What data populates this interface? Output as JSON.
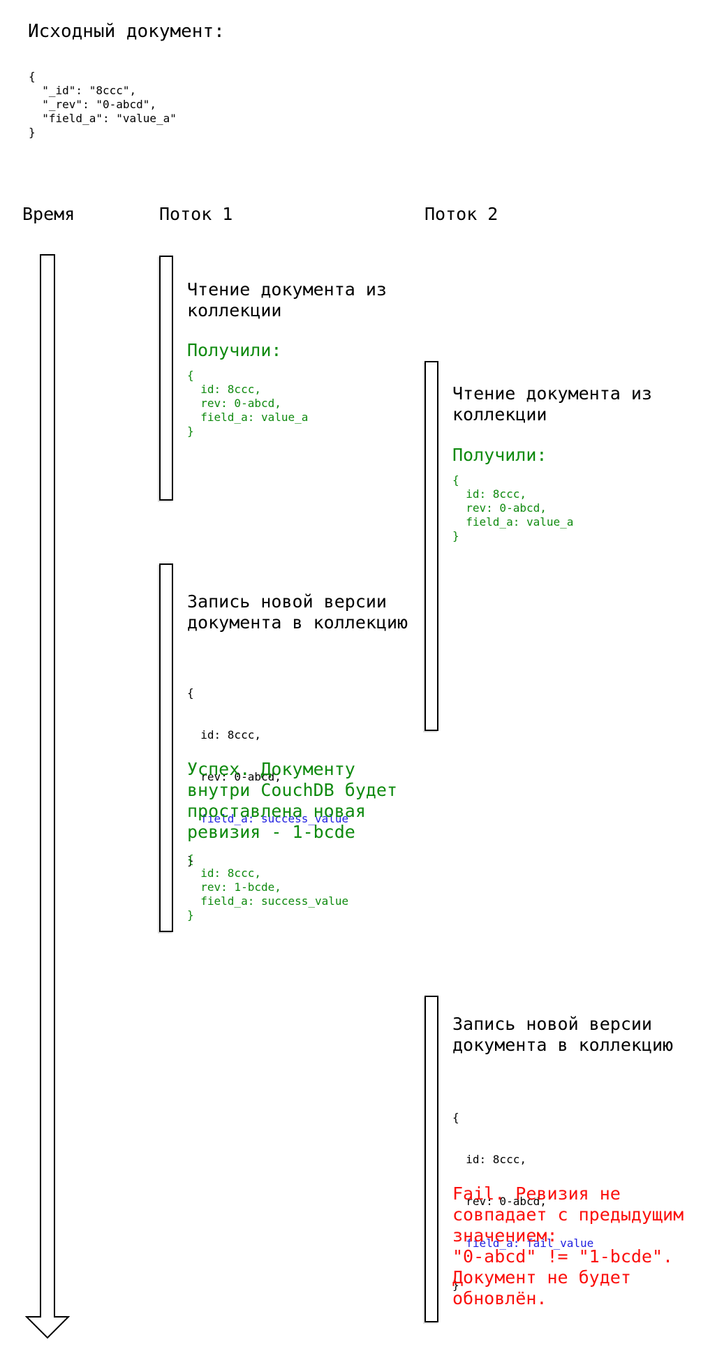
{
  "title": "Исходный документ:",
  "source_doc": "{\n  \"_id\": \"8ccc\",\n  \"_rev\": \"0-abcd\",\n  \"field_a\": \"value_a\"\n}",
  "columns": {
    "time": "Время",
    "thread1": "Поток 1",
    "thread2": "Поток 2"
  },
  "colors": {
    "green": "#0f8a0f",
    "blue": "#2222e0",
    "red": "#fb0f0c"
  },
  "thread1": {
    "read": {
      "action": "Чтение документа из\nколлекции",
      "result_label": "Получили:",
      "result_doc": "{\n  id: 8ccc,\n  rev: 0-abcd,\n  field_a: value_a\n}"
    },
    "write": {
      "action": "Запись новой версии\nдокумента в коллекцию",
      "doc_lines": [
        "{",
        "  id: 8ccc,",
        "  rev: 0-abcd,",
        "  field_a: success_value",
        "}"
      ],
      "success_text": "Успех. Документу\nвнутри CouchDB будет\nпроставлена новая\nревизия - 1-bcde",
      "result_doc": "{\n  id: 8ccc,\n  rev: 1-bcde,\n  field_a: success_value\n}"
    }
  },
  "thread2": {
    "read": {
      "action": "Чтение документа из\nколлекции",
      "result_label": "Получили:",
      "result_doc": "{\n  id: 8ccc,\n  rev: 0-abcd,\n  field_a: value_a\n}"
    },
    "write": {
      "action": "Запись новой версии\nдокумента в коллекцию",
      "doc_lines": [
        "{",
        "  id: 8ccc,",
        "  rev: 0-abcd,",
        "  field_a: fail_value",
        "}"
      ],
      "fail_text": "Fail. Ревизия не\nсовпадает с предыдущим\nзначением:\n\"0-abcd\" != \"1-bcde\".\nДокумент не будет\nобновлён."
    }
  }
}
